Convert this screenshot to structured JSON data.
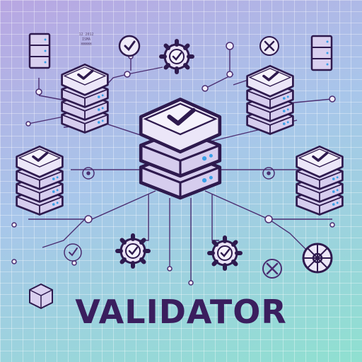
{
  "title": "VALIDATOR",
  "tiny_label": [
    "12 2012",
    "ISMA",
    "HHHHH"
  ],
  "colors": {
    "outline": "#2e1a4e",
    "server_top": "#e6e0f4",
    "server_side": "#b7a7dc",
    "accent_dot": "#3aa0e8",
    "line": "#4b2e72",
    "title": "#3a1e5e"
  },
  "icons": [
    "server-stack-icon",
    "check-icon",
    "gear-icon",
    "x-mark-icon",
    "wheel-icon",
    "node-icon",
    "cube-icon"
  ]
}
